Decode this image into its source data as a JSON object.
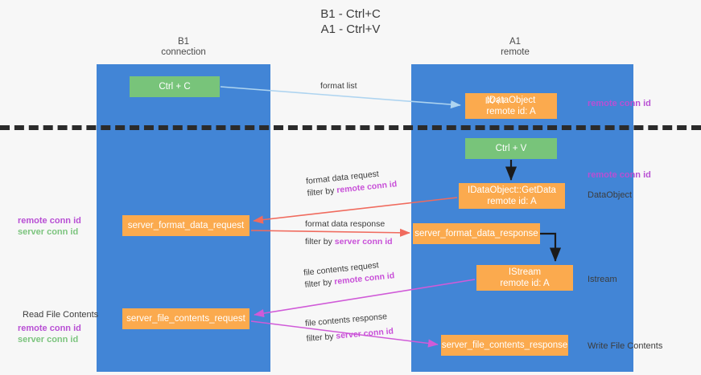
{
  "title": {
    "line1": "B1 - Ctrl+C",
    "line2": "A1 - Ctrl+V"
  },
  "columns": {
    "left": {
      "name": "B1",
      "role": "connection"
    },
    "right": {
      "name": "A1",
      "role": "remote"
    }
  },
  "boxes": {
    "ctrl_c": {
      "label": "Ctrl + C",
      "color": "#78c47a"
    },
    "dataobject_remote": {
      "line1": "IDataObject",
      "line1_overlay": "Ⅸ/⼻I",
      "line2": "remote id: A",
      "color": "#fbaa4e"
    },
    "ctrl_v": {
      "label": "Ctrl + V",
      "color": "#78c47a"
    },
    "getdata": {
      "line1": "IDataObject::GetData",
      "line2": "remote id: A",
      "color": "#fbaa4e"
    },
    "server_format_data_request": {
      "label": "server_format_data_request",
      "color": "#fbaa4e"
    },
    "server_format_data_response": {
      "label": "server_format_data_response",
      "color": "#fbaa4e"
    },
    "istream": {
      "line1": "IStream",
      "line2": "remote id: A",
      "color": "#fbaa4e"
    },
    "server_file_contents_request": {
      "label": "server_file_contents_request",
      "color": "#fbaa4e"
    },
    "server_file_contents_response": {
      "label": "server_file_contents_response",
      "color": "#fbaa4e"
    }
  },
  "arrow_labels": {
    "format_list": "format list",
    "format_data_request": "format data request",
    "format_data_request_filter_prefix": "filter by ",
    "format_data_request_filter_key": "remote conn id",
    "format_data_response": "format data response",
    "format_data_response_filter_prefix": "filter by ",
    "format_data_response_filter_key": "server conn id",
    "file_contents_request": "file contents request",
    "file_contents_request_filter_prefix": "filter by ",
    "file_contents_request_filter_key": "remote conn id",
    "file_contents_response": "file contents response",
    "file_contents_response_filter_prefix": "filter by ",
    "file_contents_response_filter_key": "server conn id"
  },
  "side_labels": {
    "right_remote_conn_id_top": "remote conn id",
    "right_remote_conn_id_mid": "remote conn id",
    "right_dataobject": "DataObject",
    "right_istream": "Istream",
    "right_write_file_contents": "Write File Contents",
    "left_remote_conn_id_mid": "remote conn id",
    "left_server_conn_id_mid": "server conn id",
    "left_read_file_contents": "Read File Contents",
    "left_remote_conn_id_bottom": "remote conn id",
    "left_server_conn_id_bottom": "server conn id"
  },
  "colors": {
    "column_blue": "#4285d6",
    "box_orange": "#fbaa4e",
    "box_green": "#78c47a",
    "magenta": "#b84fd4",
    "green_text": "#7cc47e",
    "arrow_light_blue": "#aed4f0",
    "arrow_red": "#f06b5e",
    "arrow_magenta": "#d05bd8",
    "arrow_black": "#1a1a1a",
    "divider_black": "#2b2b2b",
    "background": "#f7f7f7"
  }
}
